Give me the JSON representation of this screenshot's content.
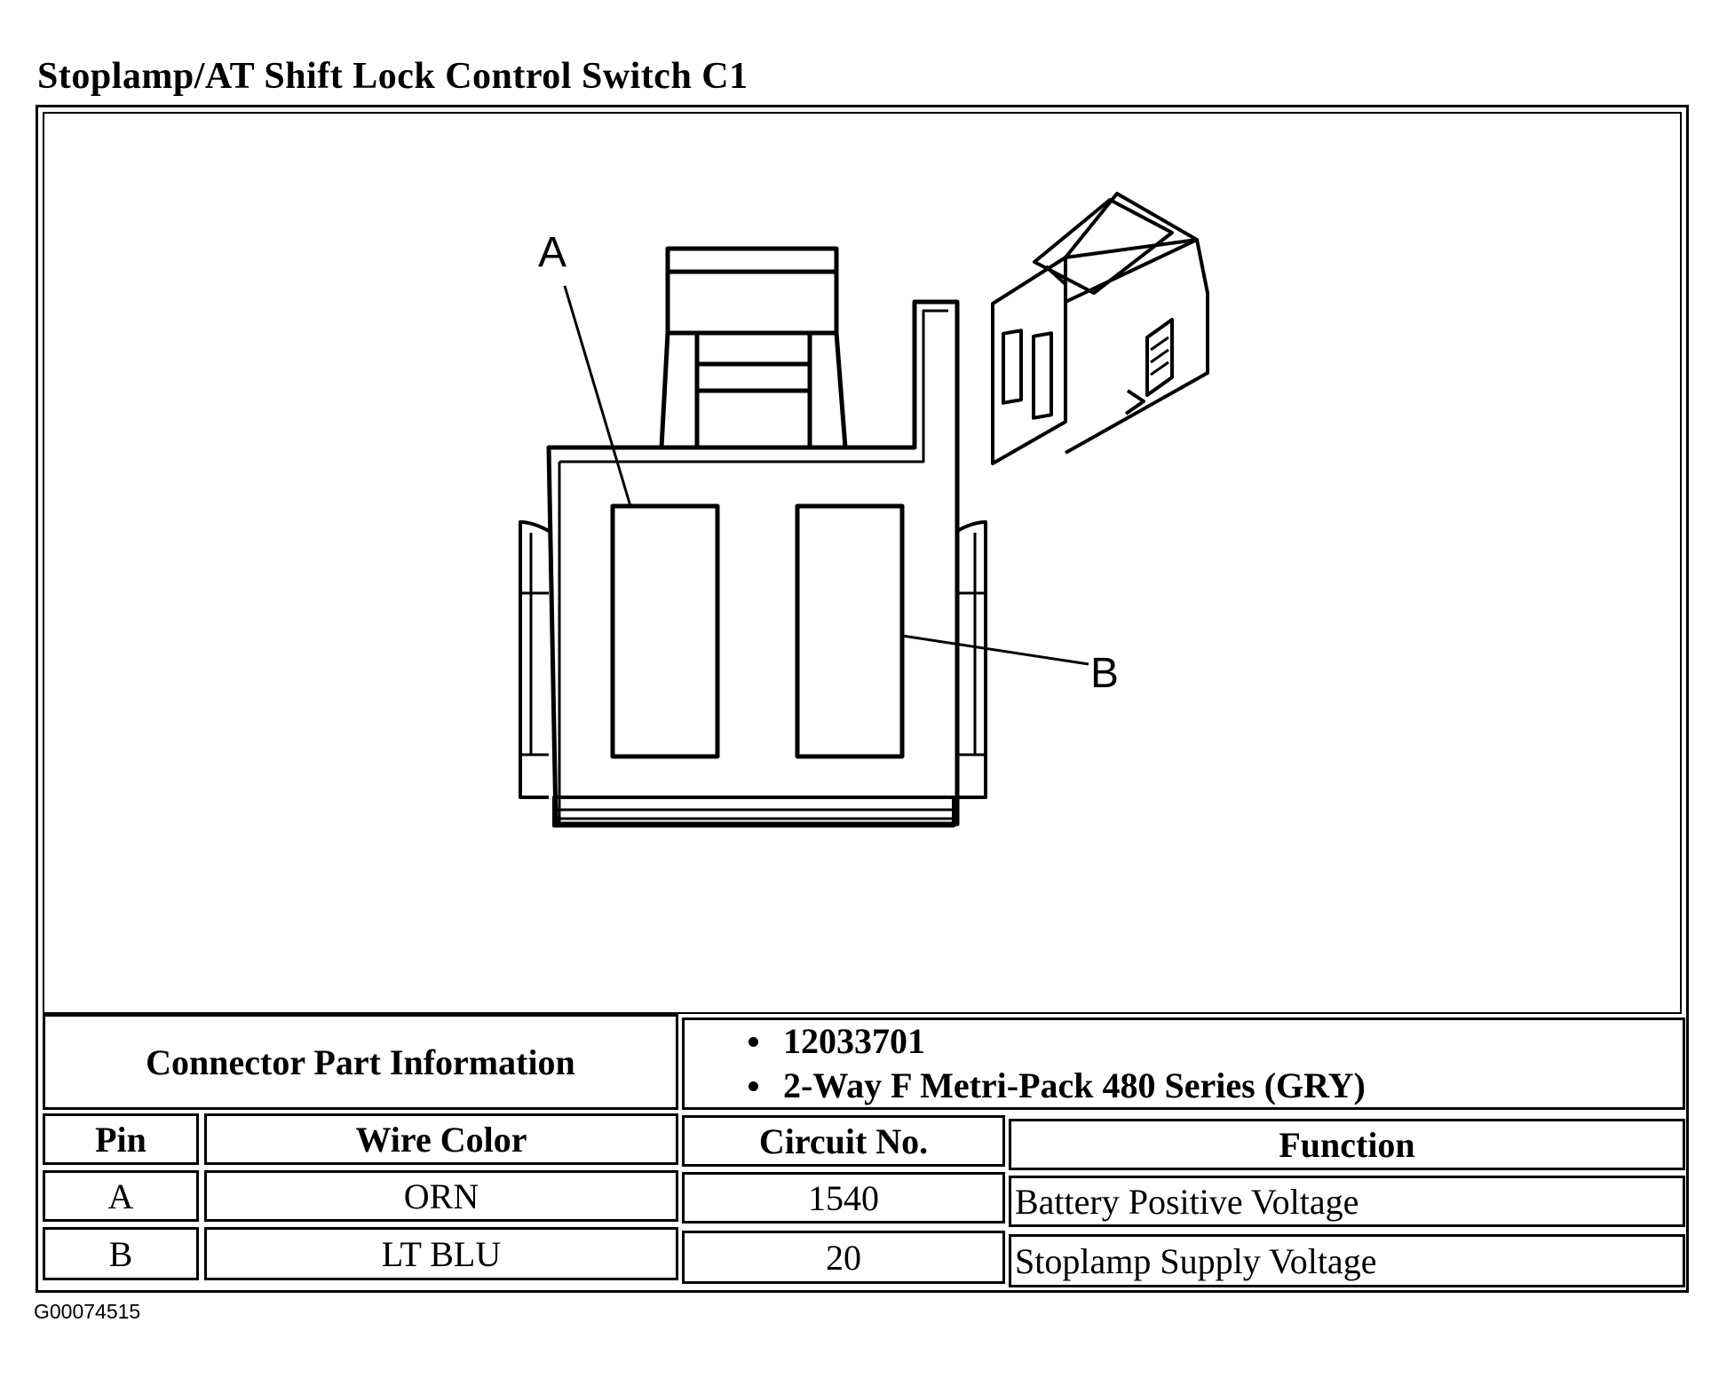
{
  "title": "Stoplamp/AT Shift Lock Control Switch C1",
  "diagram": {
    "callout_a": "A",
    "callout_b": "B"
  },
  "connector_info": {
    "label": "Connector Part Information",
    "items": [
      "12033701",
      "2-Way F Metri-Pack 480 Series (GRY)"
    ]
  },
  "table": {
    "headers": [
      "Pin",
      "Wire Color",
      "Circuit No.",
      "Function"
    ],
    "rows": [
      [
        "A",
        "ORN",
        "1540",
        "Battery Positive Voltage"
      ],
      [
        "B",
        "LT BLU",
        "20",
        "Stoplamp Supply Voltage"
      ]
    ]
  },
  "footer_id": "G00074515"
}
